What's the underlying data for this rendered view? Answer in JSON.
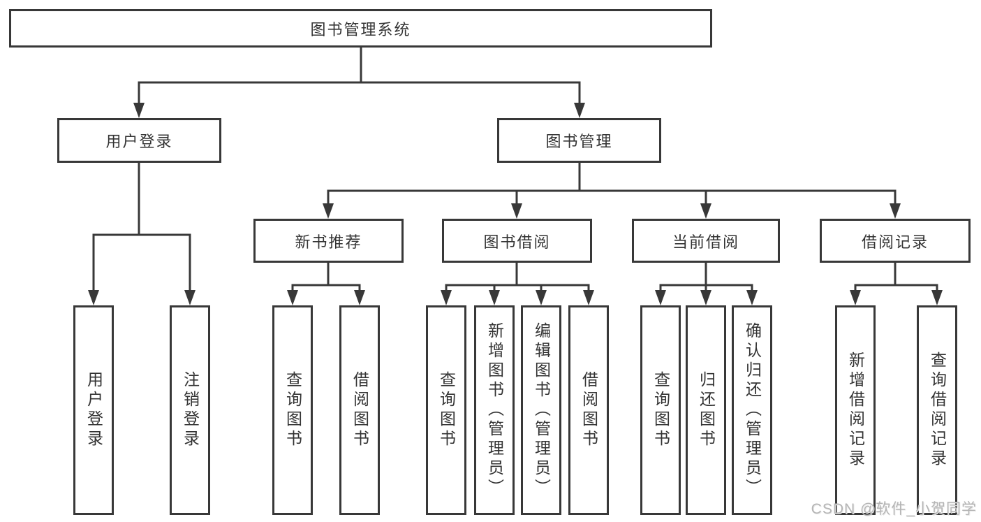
{
  "watermark": "CSDN @软件_小贺同学",
  "root": {
    "label": "图书管理系统"
  },
  "branches": [
    {
      "label": "用户登录",
      "children": [
        {
          "label": "用户登录"
        },
        {
          "label": "注销登录"
        }
      ]
    },
    {
      "label": "图书管理",
      "children": [
        {
          "label": "新书推荐",
          "children": [
            {
              "label": "查询图书"
            },
            {
              "label": "借阅图书"
            }
          ]
        },
        {
          "label": "图书借阅",
          "children": [
            {
              "label": "查询图书"
            },
            {
              "label": "新增图书（管理员）"
            },
            {
              "label": "编辑图书（管理员）"
            },
            {
              "label": "借阅图书"
            }
          ]
        },
        {
          "label": "当前借阅",
          "children": [
            {
              "label": "查询图书"
            },
            {
              "label": "归还图书"
            },
            {
              "label": "确认归还（管理员）"
            }
          ]
        },
        {
          "label": "借阅记录",
          "children": [
            {
              "label": "新增借阅记录"
            },
            {
              "label": "查询借阅记录"
            }
          ]
        }
      ]
    }
  ]
}
